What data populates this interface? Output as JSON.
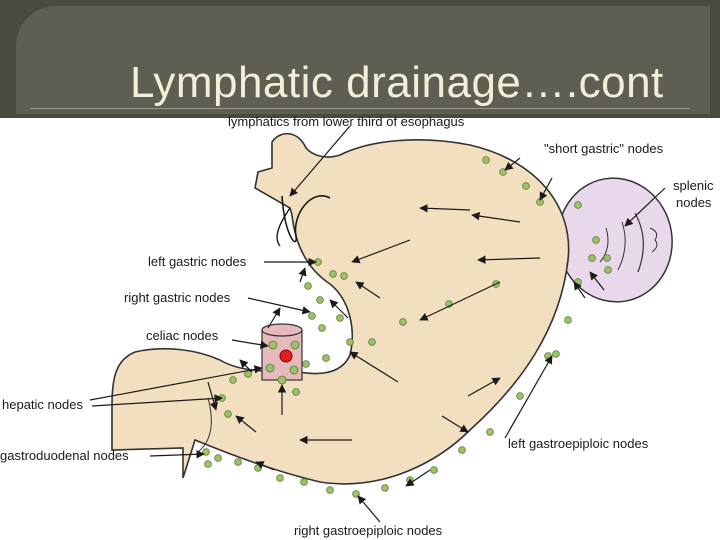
{
  "slide": {
    "title": "Lymphatic drainage….cont"
  },
  "labels": {
    "lymphatics_esophagus": "lymphatics from lower third of esophagus",
    "short_gastric": "\"short gastric\" nodes",
    "splenic_line1": "splenic",
    "splenic_line2": "nodes",
    "left_gastric": "left gastric nodes",
    "right_gastric": "right gastric nodes",
    "celiac": "celiac nodes",
    "hepatic": "hepatic nodes",
    "gastroduodenal": "gastroduodenal nodes",
    "left_gastroepiploic": "left gastroepiploic nodes",
    "right_gastroepiploic": "right gastroepiploic nodes"
  },
  "colors": {
    "header_bg": "#4a4a3e",
    "header_panel": "#5e5e52",
    "title_text": "#f3eed8",
    "stomach_fill": "#f2dfc0",
    "spleen_fill": "#e9d7ec",
    "node_fill": "#9bc268",
    "celiac_trunk": "#e6b9bd",
    "celiac_highlight": "#e02020"
  }
}
